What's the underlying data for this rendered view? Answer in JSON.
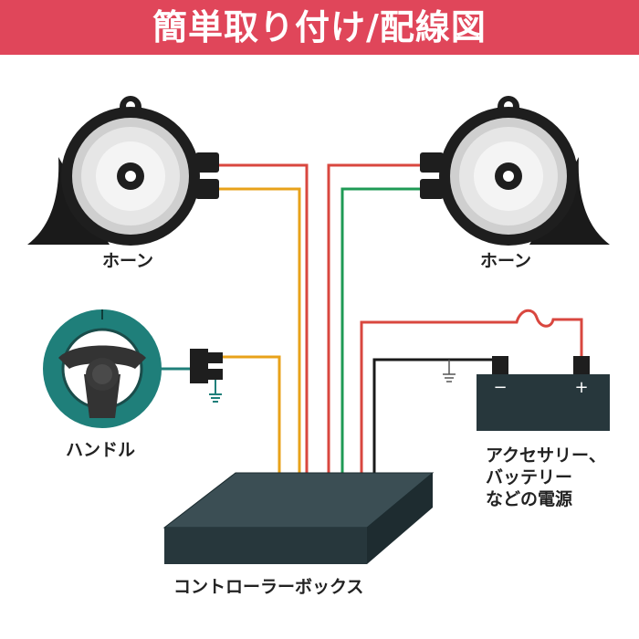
{
  "title": "簡単取り付け/配線図",
  "labels": {
    "horn_left": "ホーン",
    "horn_right": "ホーン",
    "steering": "ハンドル",
    "power_line1": "アクセサリー、",
    "power_line2": "バッテリー",
    "power_line3": "などの電源",
    "controller": "コントローラーボックス",
    "battery_minus": "−",
    "battery_plus": "+"
  },
  "colors": {
    "banner": "#e0465a",
    "wire_red": "#d9473f",
    "wire_yellow": "#e8a21a",
    "wire_green": "#1f9a55",
    "wire_black": "#1a1a1a",
    "box": "#27373c",
    "steering_rim": "#1f7f7a"
  }
}
